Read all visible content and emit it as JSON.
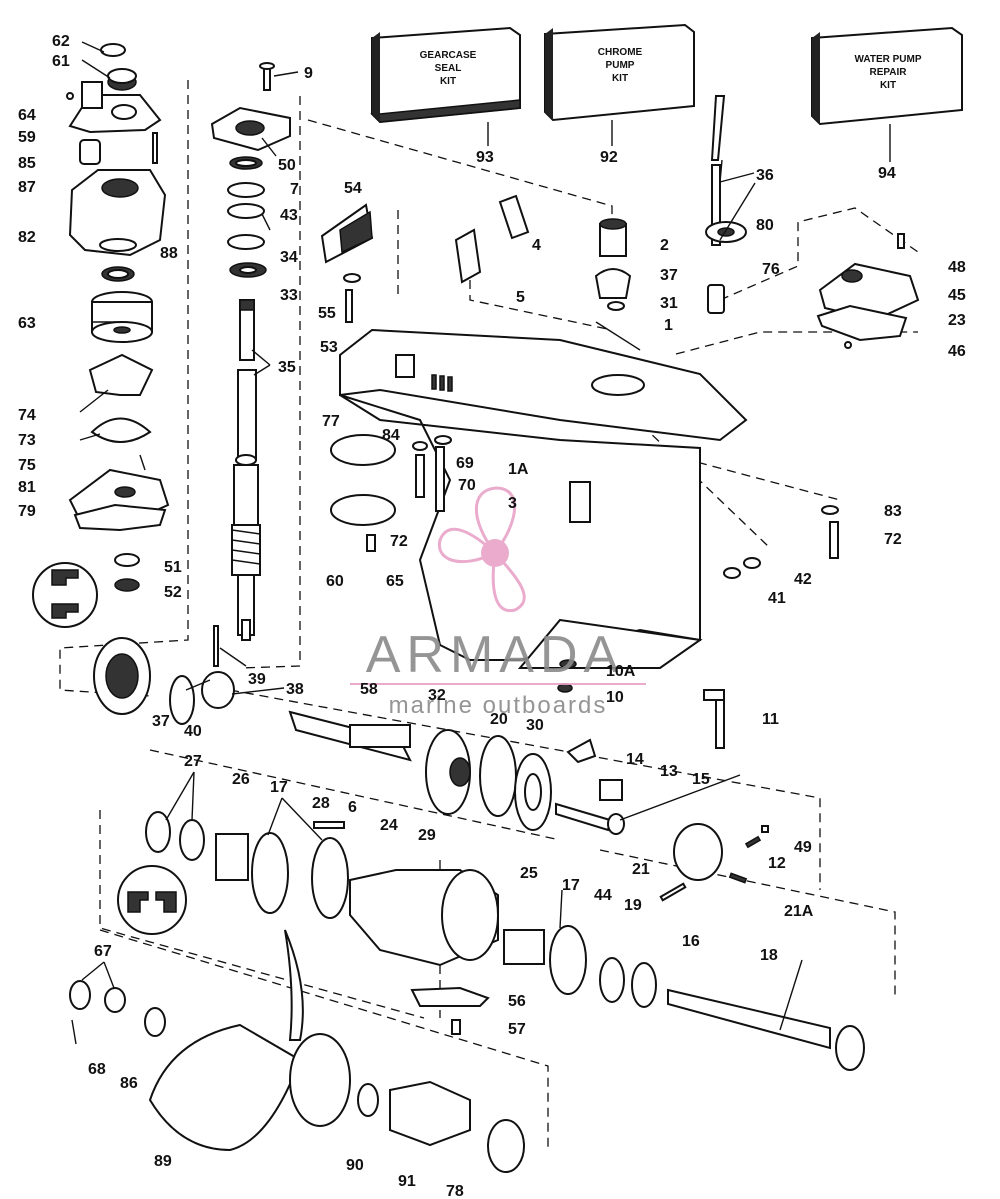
{
  "kits": [
    {
      "id": "kit-93",
      "lines": [
        "GEARCASE",
        "SEAL",
        "KIT"
      ],
      "callout": "93"
    },
    {
      "id": "kit-92",
      "lines": [
        "CHROME",
        "PUMP",
        "KIT"
      ],
      "callout": "92"
    },
    {
      "id": "kit-94",
      "lines": [
        "WATER PUMP",
        "REPAIR",
        "KIT"
      ],
      "callout": "94"
    }
  ],
  "watermark": {
    "brand": "ARMADA",
    "tagline": "marine outboards",
    "accent_color": "#e8a3c8",
    "text_color": "#8a8a8a"
  },
  "callouts": {
    "c62": "62",
    "c61": "61",
    "c64": "64",
    "c59": "59",
    "c85": "85",
    "c87": "87",
    "c82": "82",
    "c88": "88",
    "c63": "63",
    "c74": "74",
    "c73": "73",
    "c75": "75",
    "c81": "81",
    "c79": "79",
    "c51": "51",
    "c52": "52",
    "c9": "9",
    "c50": "50",
    "c7": "7",
    "c43": "43",
    "c34": "34",
    "c33": "33",
    "c35": "35",
    "c54": "54",
    "c55": "55",
    "c53": "53",
    "c2": "2",
    "c4": "4",
    "c37a": "37",
    "c5": "5",
    "c31": "31",
    "c1": "1",
    "c36": "36",
    "c80": "80",
    "c76": "76",
    "c48": "48",
    "c45": "45",
    "c23": "23",
    "c46": "46",
    "c77": "77",
    "c84": "84",
    "c69": "69",
    "c70": "70",
    "c72a": "72",
    "c60": "60",
    "c65": "65",
    "c1A": "1A",
    "c3": "3",
    "c83": "83",
    "c72b": "72",
    "c42": "42",
    "c41": "41",
    "c10A": "10A",
    "c10": "10",
    "c11": "11",
    "c37b": "37",
    "c40": "40",
    "c39": "39",
    "c38": "38",
    "c58": "58",
    "c32": "32",
    "c20": "20",
    "c30": "30",
    "c14": "14",
    "c13": "13",
    "c15": "15",
    "c27": "27",
    "c26": "26",
    "c17a": "17",
    "c28": "28",
    "c6": "6",
    "c24": "24",
    "c29": "29",
    "c21": "21",
    "c49": "49",
    "c12": "12",
    "c21A": "21A",
    "c16": "16",
    "c25": "25",
    "c17b": "17",
    "c44": "44",
    "c19": "19",
    "c18": "18",
    "c56": "56",
    "c57": "57",
    "c67": "67",
    "c68": "68",
    "c86": "86",
    "c89": "89",
    "c90": "90",
    "c91": "91",
    "c78": "78"
  }
}
